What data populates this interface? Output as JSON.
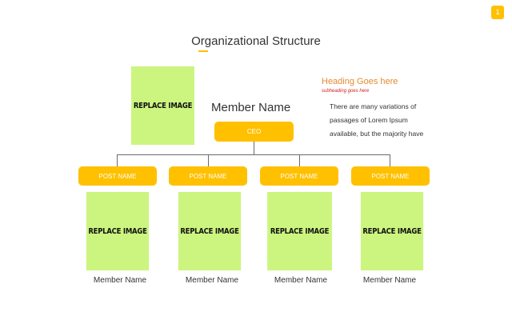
{
  "page_number": "1",
  "title": "Organizational Structure",
  "colors": {
    "accent": "#ffc000",
    "image_placeholder": "#ccf57f",
    "heading": "#e38a2e",
    "subheading": "#d62020"
  },
  "ceo": {
    "image_label": "REPLACE IMAGE",
    "name": "Member Name",
    "post": "CEO"
  },
  "info": {
    "heading": "Heading Goes here",
    "subheading": "subheading goes here",
    "text": "There are many variations of passages of Lorem Ipsum available, but the majority have"
  },
  "members": [
    {
      "post": "POST NAME",
      "image_label": "REPLACE IMAGE",
      "name": "Member Name"
    },
    {
      "post": "POST NAME",
      "image_label": "REPLACE IMAGE",
      "name": "Member Name"
    },
    {
      "post": "POST NAME",
      "image_label": "REPLACE IMAGE",
      "name": "Member Name"
    },
    {
      "post": "POST NAME",
      "image_label": "REPLACE IMAGE",
      "name": "Member Name"
    }
  ]
}
